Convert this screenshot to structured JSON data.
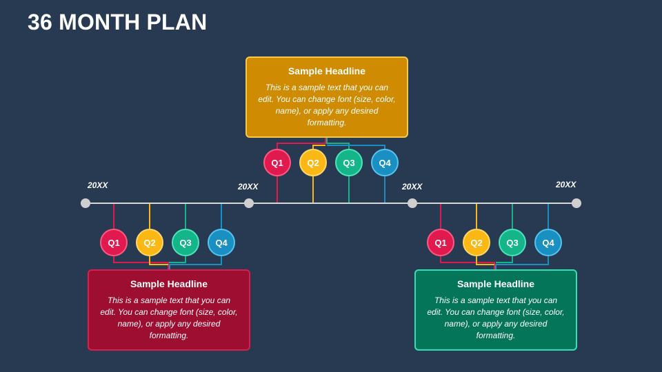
{
  "title": "36 MONTH PLAN",
  "year_labels": [
    "20XX",
    "20XX",
    "20XX",
    "20XX"
  ],
  "colors": {
    "background": "#273a52",
    "q1": "#e0194f",
    "q2": "#fbb714",
    "q3": "#13b589",
    "q4": "#1a8fc1",
    "timeline": "#d9d9d9"
  },
  "blocks": [
    {
      "headline": "Sample Headline",
      "text": "This is a sample text that you can edit. You can change font (size, color, name), or apply any desired formatting.",
      "card_color": "#9e0e30",
      "card_border": "#d8204e",
      "quarters": [
        "Q1",
        "Q2",
        "Q3",
        "Q4"
      ]
    },
    {
      "headline": "Sample Headline",
      "text": "This is a sample text that you can edit. You can change font (size, color, name), or apply any desired formatting.",
      "card_color": "#cf8c02",
      "card_border": "#f7c948",
      "quarters": [
        "Q1",
        "Q2",
        "Q3",
        "Q4"
      ]
    },
    {
      "headline": "Sample Headline",
      "text": "This is a sample text that you can edit. You can change font (size, color, name), or apply any desired formatting.",
      "card_color": "#047558",
      "card_border": "#32e0b6",
      "quarters": [
        "Q1",
        "Q2",
        "Q3",
        "Q4"
      ]
    }
  ]
}
